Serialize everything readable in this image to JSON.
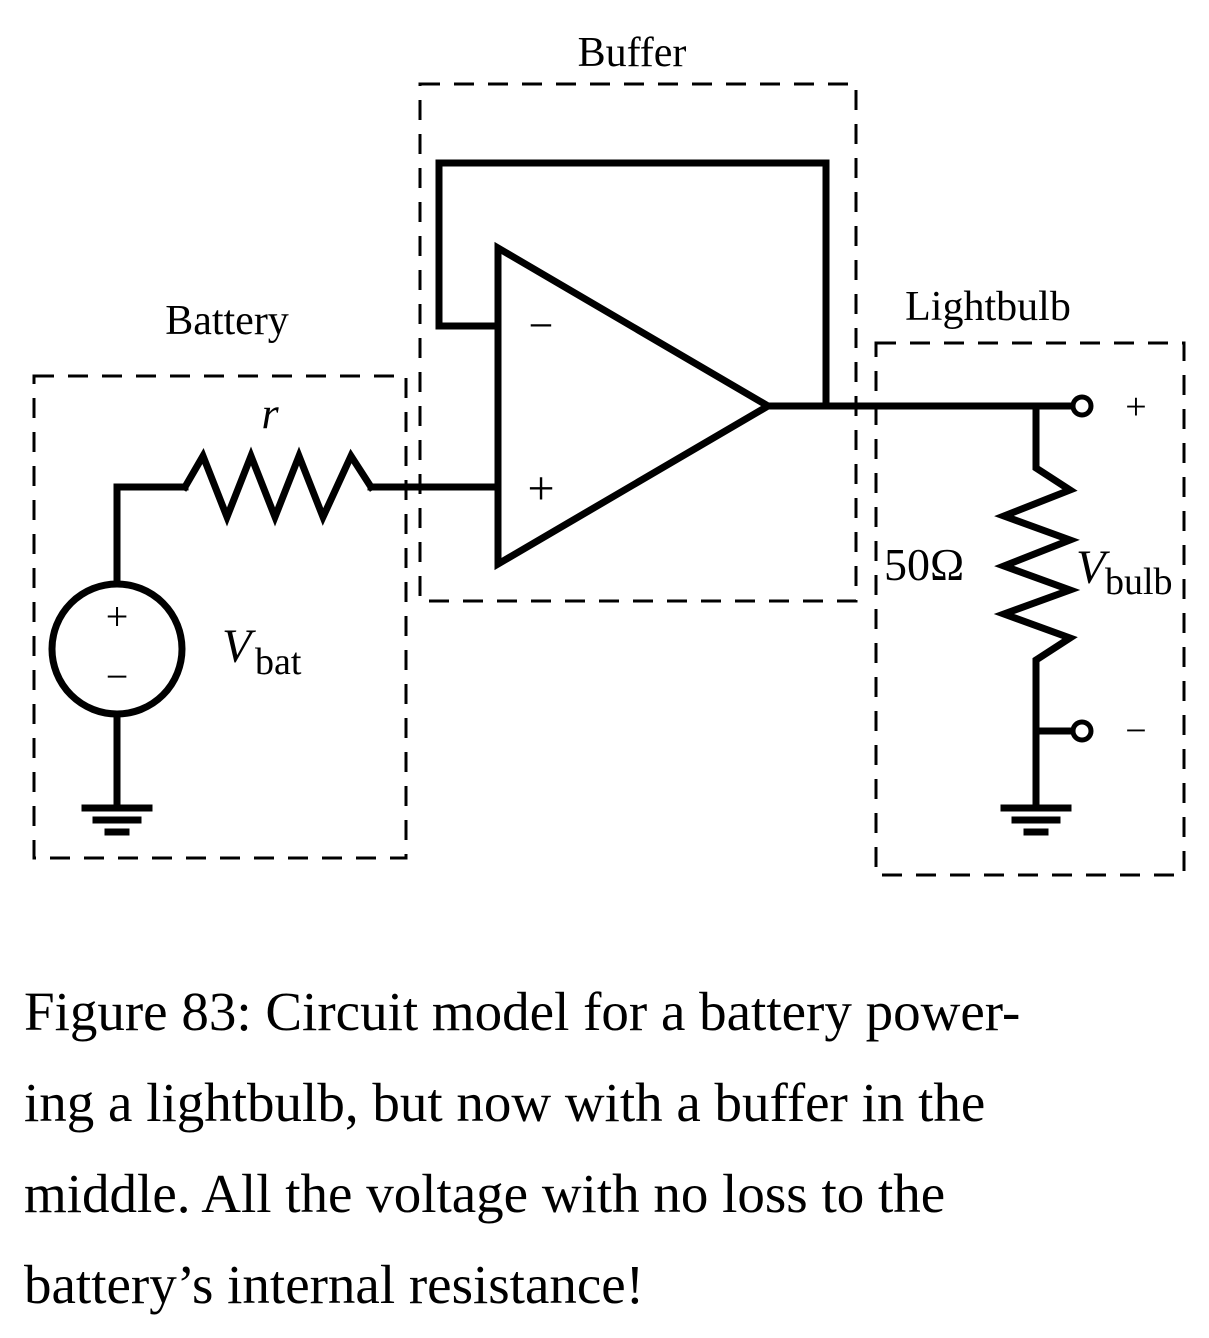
{
  "diagram": {
    "buffer_title": "Buffer",
    "battery_title": "Battery",
    "lightbulb_title": "Lightbulb",
    "resistor_r_label": "r",
    "opamp_minus": "−",
    "opamp_plus": "+",
    "source_plus": "+",
    "source_minus": "−",
    "vbat_main": "V",
    "vbat_sub": "bat",
    "load_resistance": "50Ω",
    "vbulb_main": "V",
    "vbulb_sub": "bulb",
    "terminal_plus": "+",
    "terminal_minus": "−"
  },
  "caption": {
    "line1": "Figure 83: Circuit model for a battery power-",
    "line2": "ing a lightbulb, but now with a buffer in the",
    "line3": "middle. All the voltage with no loss to the",
    "line4": "battery’s internal resistance!"
  }
}
